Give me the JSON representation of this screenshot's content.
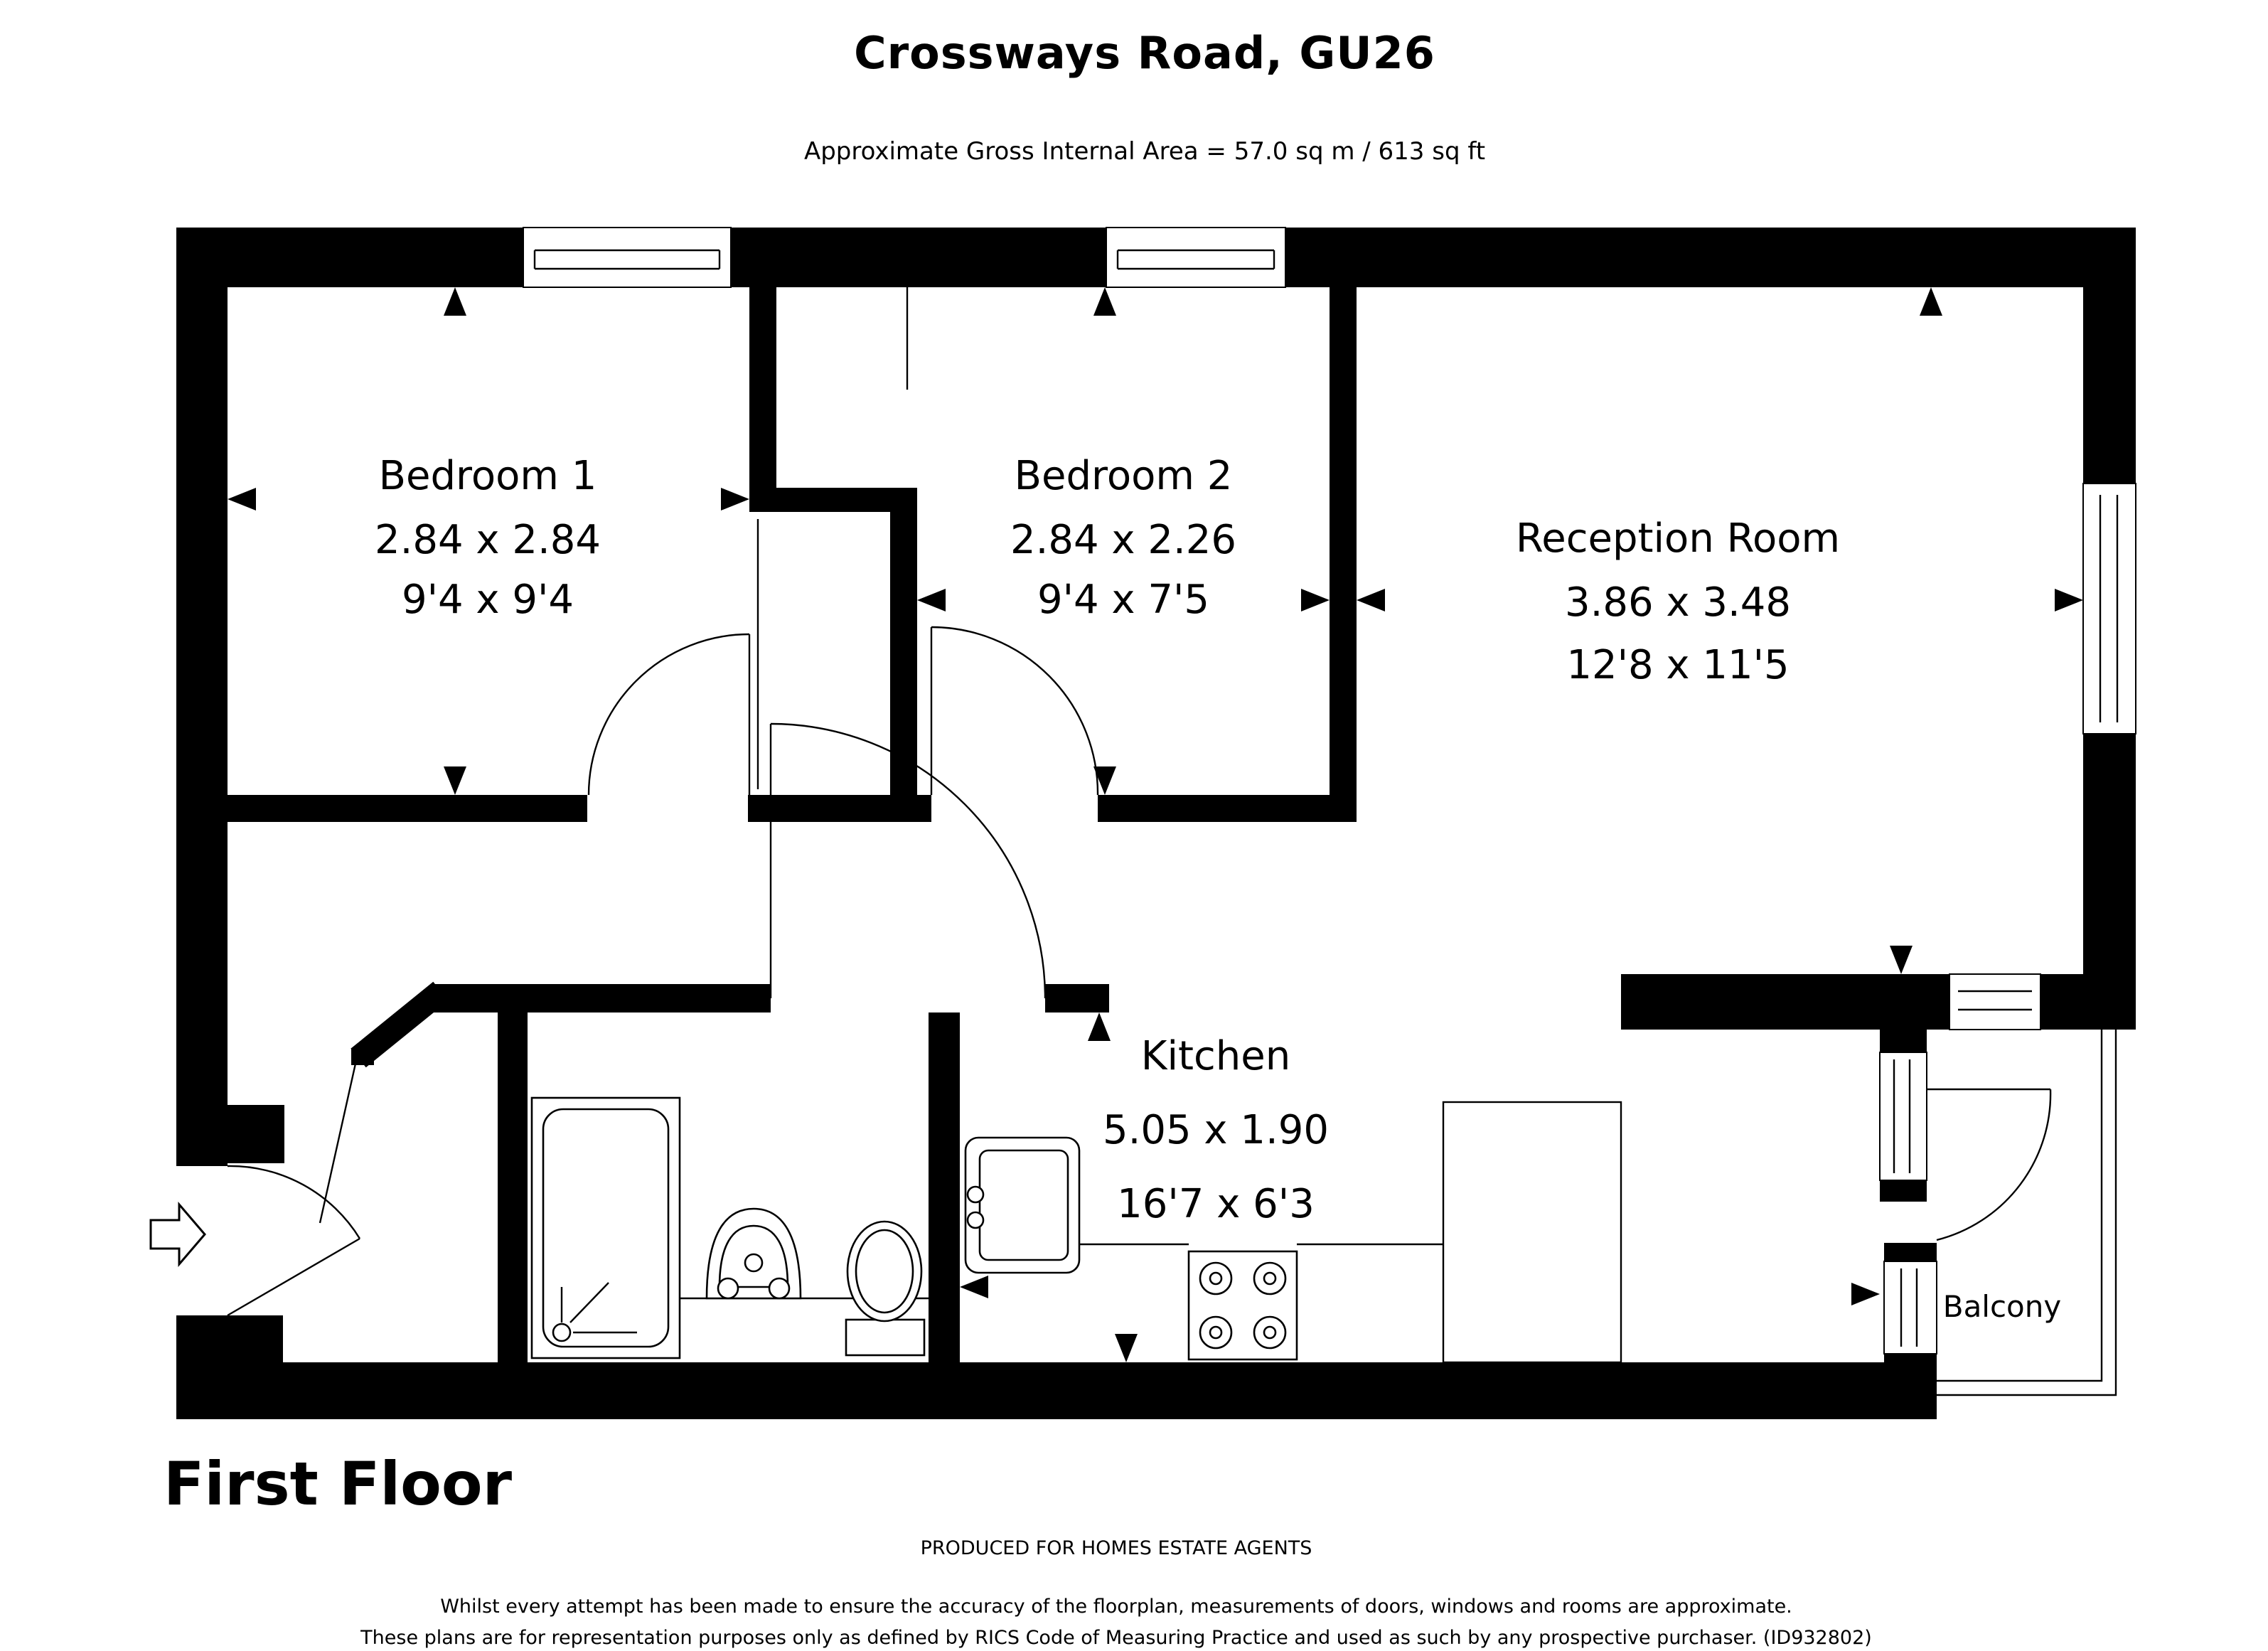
{
  "header": {
    "title": "Crossways Road, GU26",
    "subtitle": "Approximate Gross Internal Area = 57.0 sq m / 613 sq ft"
  },
  "floor_label": "First Floor",
  "rooms": [
    {
      "name": "Bedroom 1",
      "metric": "2.84 x 2.84",
      "imperial": "9'4 x 9'4"
    },
    {
      "name": "Bedroom 2",
      "metric": "2.84 x 2.26",
      "imperial": "9'4 x 7'5"
    },
    {
      "name": "Reception Room",
      "metric": "3.86 x 3.48",
      "imperial": "12'8 x 11'5"
    },
    {
      "name": "Kitchen",
      "metric": "5.05 x 1.90",
      "imperial": "16'7 x 6'3"
    },
    {
      "name": "Balcony",
      "metric": "",
      "imperial": ""
    }
  ],
  "footer": {
    "line1": "PRODUCED FOR HOMES ESTATE AGENTS",
    "line2": "Whilst every attempt has been made to ensure the accuracy of the floorplan, measurements of doors, windows and rooms are approximate.",
    "line3": "These plans are for representation purposes only as defined by RICS Code of Measuring Practice and used as such by any prospective purchaser. (ID932802)"
  },
  "colors": {
    "wall": "#000000",
    "background": "#ffffff"
  }
}
